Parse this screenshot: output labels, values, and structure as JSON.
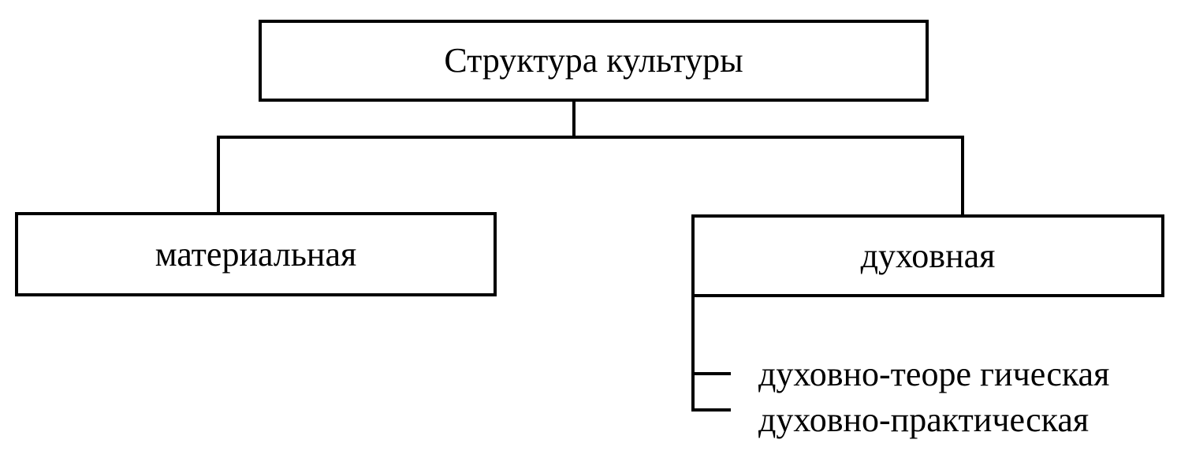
{
  "diagram": {
    "root": {
      "label": "Структура культуры"
    },
    "children": [
      {
        "label": "материальная"
      },
      {
        "label": "духовная",
        "subitems": [
          {
            "label": "духовно-теоре гическая"
          },
          {
            "label": "духовно-практическая"
          }
        ]
      }
    ]
  }
}
